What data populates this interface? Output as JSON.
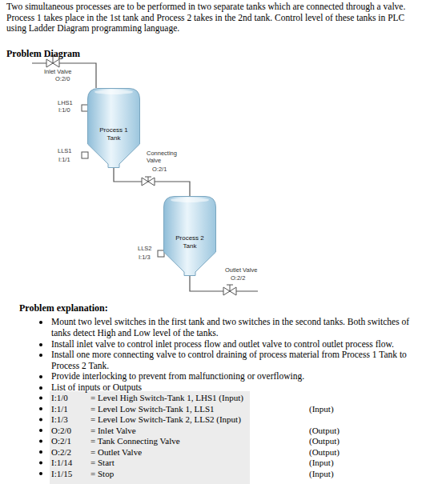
{
  "diagram": {
    "nodes": [
      {
        "text": [
          "Process 1 Tank"
        ]
      },
      {
        "text": [
          "Process 2 Tank"
        ]
      }
    ],
    "edges": [
      {
        "from": 0,
        "to": 1,
        "arrow": "none"
      }
    ],
    "labels": [
      "Two simultaneous processes are to be performed in two separate tanks which are connected through a valve. Process 1 takes place in the 1st tank and Process 2 takes in the 2nd tank. Control level of these tanks in PLC using Ladder Diagram programming language.",
      "Problem Diagram",
      "Inlet Valve",
      "O:2/0",
      "LHS1",
      "I:1/0",
      "LLS1",
      "I:1/1",
      "Connecting Valve",
      "O:2/1",
      "LLS2",
      "I:1/3",
      "Outlet Valve",
      "O:2/2",
      "Problem explanation:",
      "Mount two level switches in the first tank and two switches in the second tanks. Both switches of tanks detect High and Low level of the tanks.",
      "Install inlet valve to control inlet process flow and outlet valve to control outlet process flow.",
      "Install one more connecting valve to control draining of process material from Process 1 Tank to Process 2 Tank.",
      "Provide interlocking to prevent from malfunctioning or overflowing.",
      "List of inputs or Outputs",
      "I:1/0",
      "= Level High Switch-Tank 1, LHS1 (Input)",
      "I:1/1",
      "= Level Low Switch-Tank 1, LLS1",
      "(Input)",
      "I:1/3",
      "= Level Low Switch-Tank 2, LLS2 (Input)",
      "O:2/0",
      "= Inlet Valve",
      "(Output)",
      "O:2/1",
      "= Tank Connecting Valve",
      "(Output)",
      "O:2/2",
      "= Outlet Valve",
      "(Output)",
      "I:1/14",
      "= Start",
      "(Input)",
      "I:1/15",
      "= Stop",
      "(Input)"
    ]
  }
}
